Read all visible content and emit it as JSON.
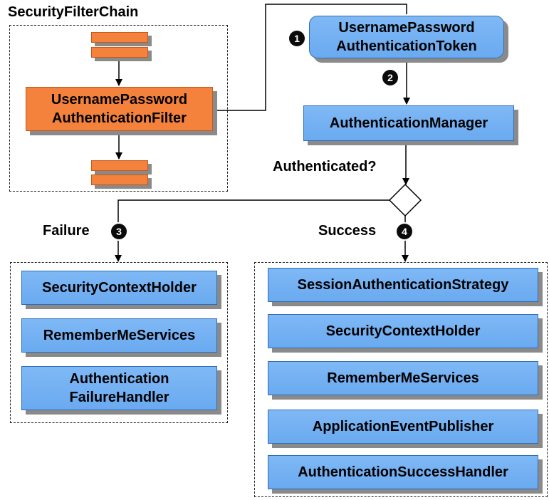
{
  "chain": {
    "title": "SecurityFilterChain",
    "filter_line1": "UsernamePassword",
    "filter_line2": "AuthenticationFilter"
  },
  "token": {
    "line1": "UsernamePassword",
    "line2": "AuthenticationToken"
  },
  "manager": {
    "label": "AuthenticationManager"
  },
  "decision": {
    "label": "Authenticated?"
  },
  "steps": {
    "s1": "1",
    "s2": "2",
    "s3": "3",
    "s4": "4"
  },
  "failure": {
    "label": "Failure",
    "items": [
      "SecurityContextHolder",
      "RememberMeServices"
    ],
    "handler_line1": "Authentication",
    "handler_line2": "FailureHandler"
  },
  "success": {
    "label": "Success",
    "items": [
      "SessionAuthenticationStrategy",
      "SecurityContextHolder",
      "RememberMeServices",
      "ApplicationEventPublisher",
      "AuthenticationSuccessHandler"
    ]
  },
  "colors": {
    "component_blue": "#7fb8f5",
    "filter_orange": "#f4823c",
    "shadow_gray": "#8a8a8a",
    "badge_black": "#0b0b0b"
  }
}
